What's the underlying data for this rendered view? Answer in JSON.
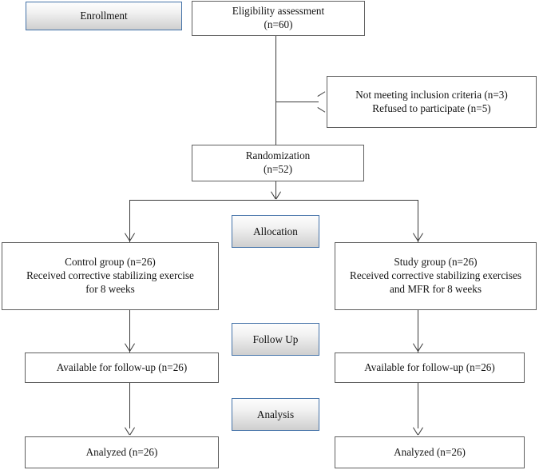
{
  "diagram": {
    "type": "consort-flow-diagram",
    "stages": [
      {
        "key": "enrollment",
        "label": "Enrollment"
      },
      {
        "key": "allocation",
        "label": "Allocation"
      },
      {
        "key": "follow_up",
        "label": "Follow Up"
      },
      {
        "key": "analysis",
        "label": "Analysis"
      }
    ],
    "nodes": {
      "eligibility": {
        "lines": [
          "Eligibility assessment",
          "(n=60)"
        ]
      },
      "excluded": {
        "lines": [
          "Not meeting inclusion criteria (n=3)",
          "Refused to participate (n=5)"
        ]
      },
      "randomization": {
        "lines": [
          "Randomization",
          "(n=52)"
        ]
      },
      "control_group": {
        "lines": [
          "Control group (n=26)",
          "Received corrective stabilizing exercise",
          "for 8 weeks"
        ]
      },
      "study_group": {
        "lines": [
          "Study group (n=26)",
          "Received corrective stabilizing exercises",
          "and MFR for 8 weeks"
        ]
      },
      "control_followup": {
        "lines": [
          "Available for follow-up (n=26)"
        ]
      },
      "study_followup": {
        "lines": [
          "Available for follow-up (n=26)"
        ]
      },
      "control_analyzed": {
        "lines": [
          "Analyzed (n=26)"
        ]
      },
      "study_analyzed": {
        "lines": [
          "Analyzed (n=26)"
        ]
      }
    },
    "colors": {
      "stage_border": "#4472a8",
      "stage_fill_top": "#fdfdfd",
      "stage_fill_bottom": "#cfcfcf",
      "node_border": "#5f5f5f",
      "node_fill": "#ffffff",
      "connector": "#3a3a3a",
      "text": "#141414"
    }
  }
}
